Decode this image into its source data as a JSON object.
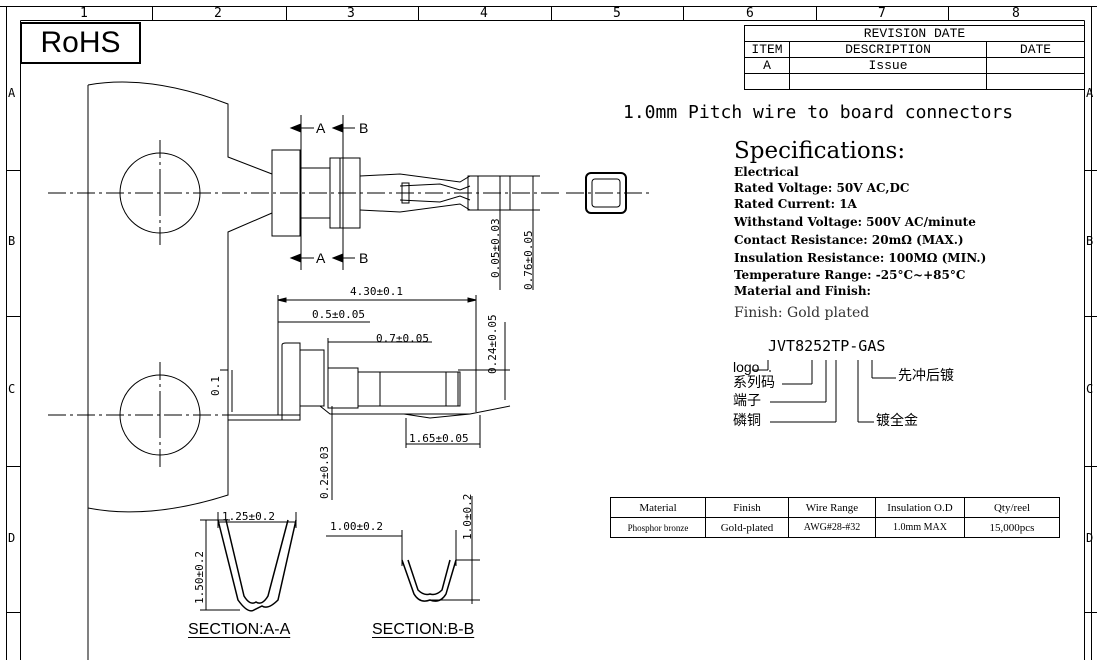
{
  "border": {
    "columns": [
      "1",
      "2",
      "3",
      "4",
      "5",
      "6",
      "7",
      "8"
    ],
    "rows": [
      "A",
      "B",
      "C",
      "D"
    ]
  },
  "rohs": "RoHS",
  "revision": {
    "header": "REVISION DATE",
    "columns": [
      "ITEM",
      "DESCRIPTION",
      "DATE"
    ],
    "rows": [
      [
        "A",
        "Issue",
        ""
      ]
    ]
  },
  "title": "1.0mm Pitch wire to board connectors",
  "specifications": {
    "heading": "Specifications:",
    "lines": [
      "Electrical",
      "Rated Voltage: 50V AC,DC",
      "Rated Current: 1A",
      "Withstand Voltage: 500V AC/minute",
      "Contact Resistance: 20mΩ (MAX.)",
      "Insulation Resistance: 100MΩ (MIN.)",
      "Temperature Range: -25°C~+85°C",
      "Material and Finish:"
    ],
    "finish": "Finish: Gold plated"
  },
  "part_number": {
    "code": "JVT8252TP-GAS",
    "left_labels": [
      "logo",
      "系列码",
      "端子",
      "磷铜"
    ],
    "right_labels": [
      "先冲后镀",
      "镀全金"
    ]
  },
  "section_markers": {
    "a": "A",
    "b": "B"
  },
  "dimensions": {
    "d1": "4.30±0.1",
    "d2": "0.5±0.05",
    "d3": "0.7±0.05",
    "d4": "0.24±0.05",
    "d5": "0.1",
    "d6": "1.65±0.05",
    "d7": "0.2±0.03",
    "d8": "0.05±0.03",
    "d9": "0.76±0.05",
    "d10": "1.25±0.2",
    "d11": "1.50±0.2",
    "d12": "1.00±0.2",
    "d13": "1.0±0.2"
  },
  "sections": {
    "aa": "SECTION:A-A",
    "bb": "SECTION:B-B"
  },
  "materials": {
    "headers": [
      "Material",
      "Finish",
      "Wire Range",
      "Insulation O.D",
      "Qty/reel"
    ],
    "row": [
      "Phosphor bronze",
      "Gold-plated",
      "AWG#28-#32",
      "1.0mm MAX",
      "15,000pcs"
    ]
  }
}
